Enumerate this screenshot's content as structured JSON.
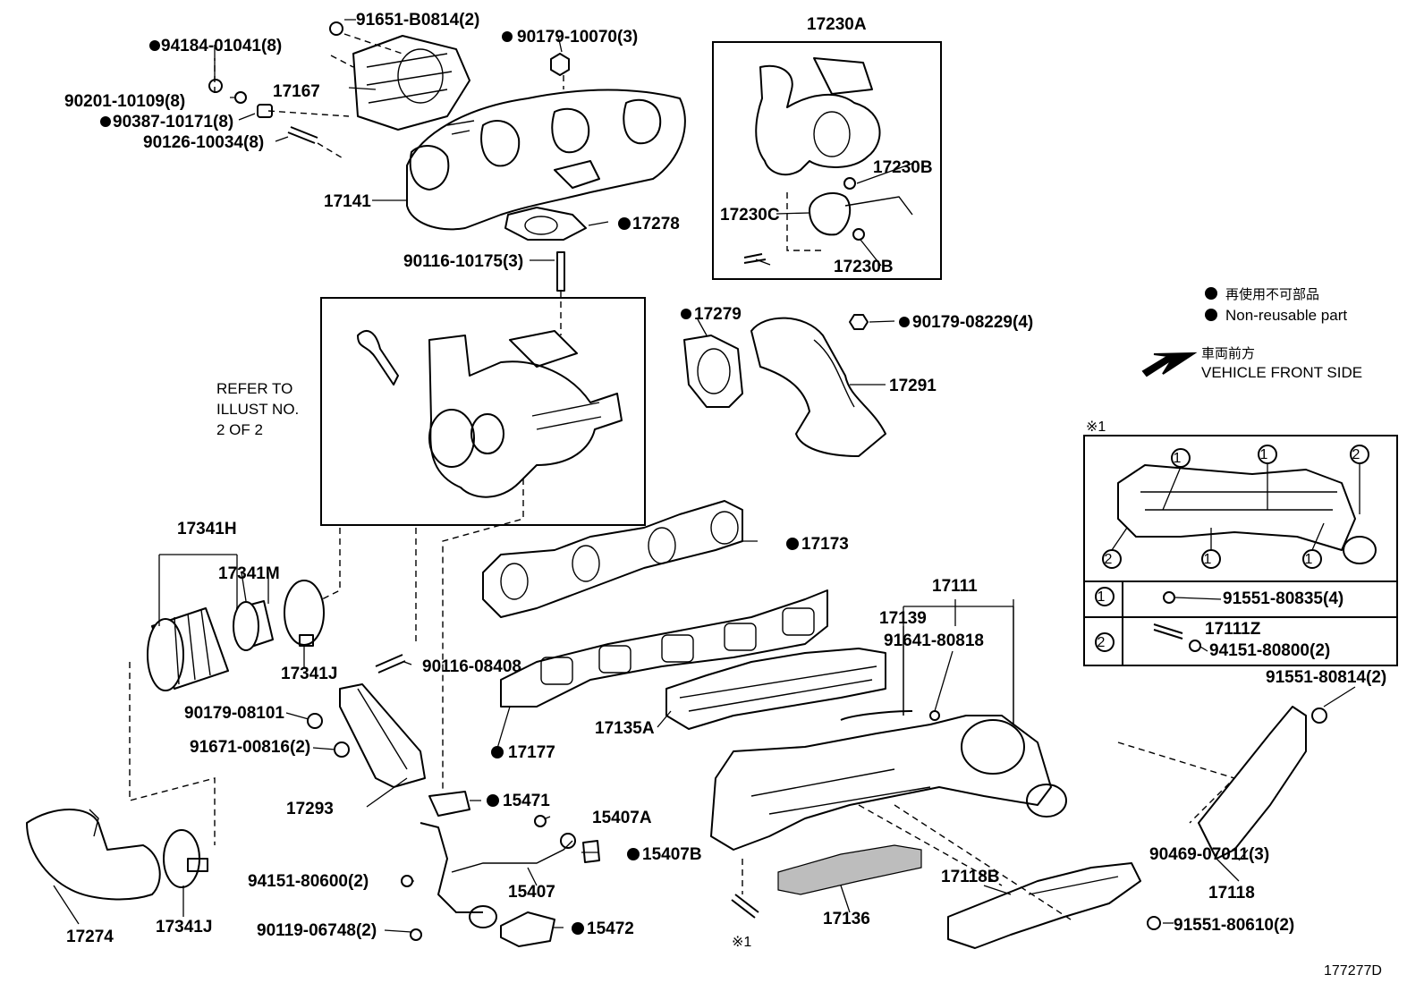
{
  "diagram_id": "177277D",
  "legend": {
    "nonreusable_jp": "再使用不可部品",
    "nonreusable_en": "Non-reusable part",
    "front_jp": "車両前方",
    "front_en": "VEHICLE FRONT SIDE"
  },
  "refer_note": [
    "REFER TO",
    "ILLUST NO.",
    "2 OF 2"
  ],
  "detail": {
    "marker": "※1",
    "callout_1": "1",
    "callout_2": "2",
    "row1_part": "91551-80835(4)",
    "row2_part_a": "17111Z",
    "row2_part_b": "94151-80800(2)"
  },
  "labels": {
    "p91651": "91651-B0814(2)",
    "p94184": "94184-01041(8)",
    "p90179a": "90179-10070(3)",
    "p90201": "90201-10109(8)",
    "p17167": "17167",
    "p90387": "90387-10171(8)",
    "p90126": "90126-10034(8)",
    "p17141": "17141",
    "p17278": "17278",
    "p90116a": "90116-10175(3)",
    "p17230A": "17230A",
    "p17230B_top": "17230B",
    "p17230C": "17230C",
    "p17230B_bot": "17230B",
    "p17279": "17279",
    "p90179b": "90179-08229(4)",
    "p17291": "17291",
    "p17173": "17173",
    "p17341H": "17341H",
    "p17341M": "17341M",
    "p17341J_a": "17341J",
    "p90116b": "90116-08408",
    "p90179c": "90179-08101",
    "p91671": "91671-00816(2)",
    "p17177": "17177",
    "p17293": "17293",
    "p15471": "15471",
    "p15407A": "15407A",
    "p15407B": "15407B",
    "p94151": "94151-80600(2)",
    "p15407": "15407",
    "p90119": "90119-06748(2)",
    "p15472": "15472",
    "p17274": "17274",
    "p17341J_b": "17341J",
    "p17111": "17111",
    "p17139": "17139",
    "p91641": "91641-80818",
    "p17135A": "17135A",
    "p17136": "17136",
    "p17118B": "17118B",
    "p91551a": "91551-80814(2)",
    "p90469": "90469-07011(3)",
    "p17118": "17118",
    "p91551b": "91551-80610(2)",
    "p_mark": "※1"
  }
}
